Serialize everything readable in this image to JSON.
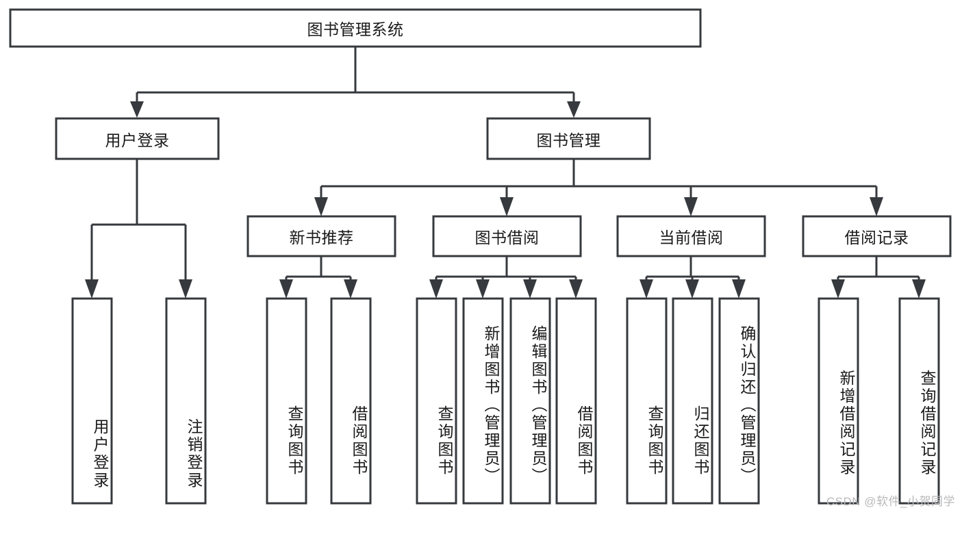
{
  "diagram": {
    "title": "图书管理系统",
    "type": "tree-hierarchy",
    "colors": {
      "stroke": "#36393d",
      "fill": "#ffffff",
      "text": "#1a1a1a",
      "watermark": "#b9b9b9"
    },
    "root": {
      "label": "图书管理系统"
    },
    "level2": [
      {
        "label": "用户登录"
      },
      {
        "label": "图书管理"
      }
    ],
    "level3": [
      {
        "label": "新书推荐"
      },
      {
        "label": "图书借阅"
      },
      {
        "label": "当前借阅"
      },
      {
        "label": "借阅记录"
      }
    ],
    "leaves": {
      "user_login": [
        {
          "label": "用户登录"
        },
        {
          "label": "注销登录"
        }
      ],
      "new_book_recommend": [
        {
          "label": "查询图书"
        },
        {
          "label": "借阅图书"
        }
      ],
      "book_borrow": [
        {
          "label": "查询图书"
        },
        {
          "label": "新增图书（管理员）"
        },
        {
          "label": "编辑图书（管理员）"
        },
        {
          "label": "借阅图书"
        }
      ],
      "current_borrow": [
        {
          "label": "查询图书"
        },
        {
          "label": "归还图书"
        },
        {
          "label": "确认归还（管理员）"
        }
      ],
      "borrow_record": [
        {
          "label": "新增借阅记录"
        },
        {
          "label": "查询借阅记录"
        }
      ]
    }
  },
  "watermark": {
    "text": "CSDN @软件_小贺同学"
  }
}
